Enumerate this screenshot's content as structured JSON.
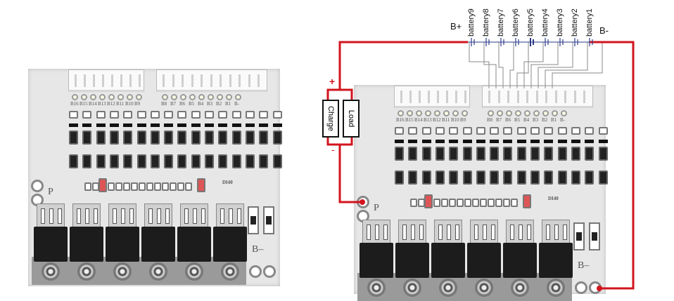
{
  "colors": {
    "wire_positive_negative": "#d2141e",
    "sense_wire": "#8a8a8a",
    "battery_cell": "#2a3a8a",
    "board": "#e6e7e6"
  },
  "board": {
    "pin_labels_left": [
      "B16",
      "B15",
      "B14",
      "B13",
      "B12",
      "B11",
      "B10",
      "B9"
    ],
    "pin_labels_right": [
      "B8",
      "B7",
      "B6",
      "B5",
      "B4",
      "B3",
      "B2",
      "B1",
      "B-"
    ],
    "p_label": "P",
    "model_label": "DI40",
    "bminus_label": "B–"
  },
  "wiring": {
    "bplus": "B+",
    "bminus": "B-",
    "batteries": [
      "battery9",
      "battery8",
      "battery7",
      "battery6",
      "battery5",
      "battery4",
      "battery3",
      "battery2",
      "battery1"
    ],
    "plus": "+",
    "minus": "-",
    "charger": "Charge",
    "load": "Load"
  }
}
